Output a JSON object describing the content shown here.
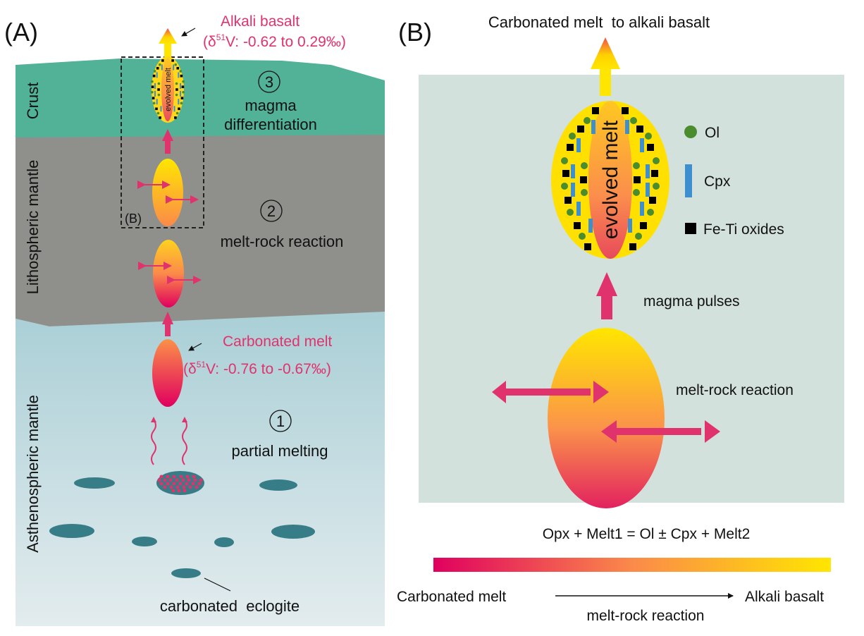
{
  "panel_a": {
    "label": "(A)",
    "layers": {
      "crust": "Crust",
      "lithospheric_mantle": "Lithospheric mantle",
      "asthenospheric_mantle": "Asthenospheric mantle"
    },
    "output": {
      "title": "Alkali basalt",
      "delta_prefix": "(δ",
      "delta_sup": "51",
      "delta_suffix": "V: -0.62 to 0.29‰)"
    },
    "carbonated_melt": {
      "title": "Carbonated melt",
      "delta_prefix": "(δ",
      "delta_sup": "51",
      "delta_suffix": "V: -0.76 to -0.67‰)"
    },
    "evolved_melt_label": "evolved melt",
    "inset_label": "(B)",
    "stages": [
      {
        "number": "3",
        "line1": "magma",
        "line2": "differentiation"
      },
      {
        "number": "2",
        "line1": "melt-rock reaction",
        "line2": ""
      },
      {
        "number": "1",
        "line1": "partial melting",
        "line2": ""
      }
    ],
    "source_label": "carbonated  eclogite"
  },
  "panel_b": {
    "label": "(B)",
    "title": "Carbonated melt  to alkali basalt",
    "evolved_melt_label": "evolved melt",
    "legend": [
      {
        "label": "Ol",
        "symbol": "circle",
        "color": "#4a8c2e"
      },
      {
        "label": "Cpx",
        "symbol": "bar",
        "color": "#3e8fcf"
      },
      {
        "label": "Fe-Ti oxides",
        "symbol": "square",
        "color": "#000000"
      }
    ],
    "magma_pulses_label": "magma pulses",
    "melt_rock_label": "melt-rock reaction",
    "equation": "Opx + Melt1 = Ol ± Cpx + Melt2",
    "scale": {
      "start_label": "Carbonated melt",
      "end_label": "Alkali basalt",
      "arrow_label": "melt-rock reaction"
    }
  },
  "colors": {
    "crust": "#52b297",
    "lithosphere": "#8f908b",
    "asthenosphere_top": "#a9cfd6",
    "asthenosphere_bottom": "#e3ecee",
    "panel_b_bg": "#d3e1dc",
    "eclogite": "#377d87",
    "accent_pink": "#e0326d",
    "melt_yellow": "#ffe600",
    "melt_orange": "#fb9a46",
    "melt_magenta": "#e0005f"
  }
}
